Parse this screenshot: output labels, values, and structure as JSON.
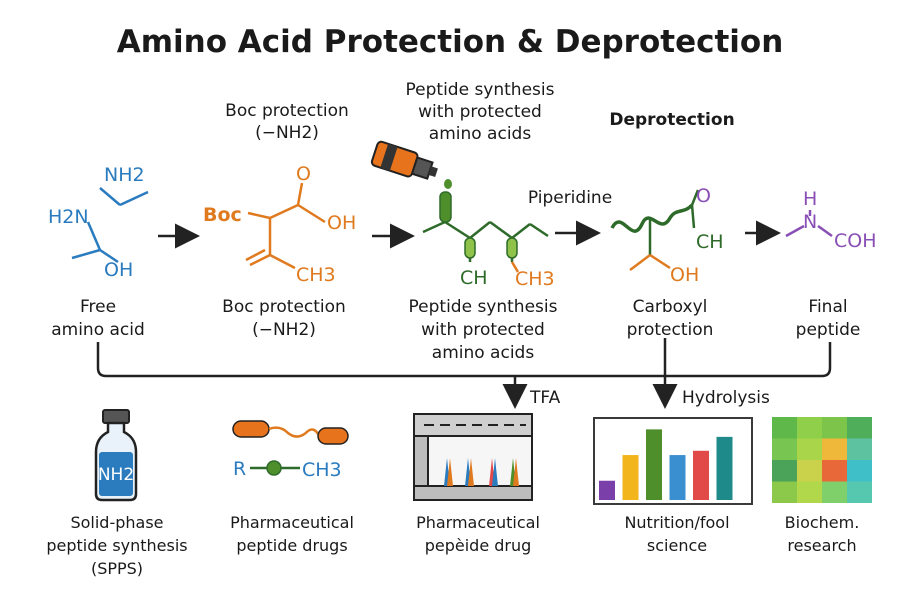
{
  "title": "Amino Acid Protection & Deprotection",
  "colors": {
    "blue": "#2b7bbf",
    "orange": "#e07a1f",
    "green": "#2e6b2a",
    "purple": "#8a4fb5",
    "dark": "#222222"
  },
  "top_labels": {
    "boc": [
      "Boc protection",
      "(−NH2)"
    ],
    "peptide": [
      "Peptide synthesis",
      "with protected",
      "amino acids"
    ],
    "deprotection": "Deprotection",
    "piperidine": "Piperidine"
  },
  "molecules": {
    "free": {
      "nh2": "NH2",
      "h2n": "H2N",
      "oh": "OH"
    },
    "boc": {
      "boc": "Boc",
      "o": "O",
      "oh": "OH",
      "ch3": "CH3"
    },
    "peptide": {
      "ch": "CH",
      "ch3": "CH3"
    },
    "carboxyl": {
      "o": "O",
      "ch": "CH",
      "oh": "OH"
    },
    "final": {
      "h": "H",
      "n": "N",
      "coh": "COH"
    }
  },
  "stages": [
    {
      "lines": [
        "Free",
        "amino acid"
      ]
    },
    {
      "lines": [
        "Boc protection",
        "(−NH2)"
      ]
    },
    {
      "lines": [
        "Peptide synthesis",
        "with protected",
        "amino acids"
      ]
    },
    {
      "lines": [
        "Carboxyl",
        "protection"
      ]
    },
    {
      "lines": [
        "Final",
        "peptide"
      ]
    }
  ],
  "branch_labels": {
    "tfa": "TFA",
    "hydrolysis": "Hydrolysis"
  },
  "bottom": {
    "vial_text": "NH2",
    "rch3": {
      "r": "R",
      "ch3": "CH3"
    },
    "apps": [
      {
        "lines": [
          "Solid-phase",
          "peptide synthesis",
          "(SPPS)"
        ]
      },
      {
        "lines": [
          "Pharmaceutical",
          "peptide drugs"
        ]
      },
      {
        "lines": [
          "Pharmaceutical",
          "pepèide drug"
        ]
      },
      {
        "lines": [
          "Nutrition/fool",
          "science"
        ]
      },
      {
        "lines": [
          "Biochem.",
          "research"
        ]
      }
    ]
  },
  "bar_chart_colors": [
    "#7a3fa8",
    "#f2b51c",
    "#4e8f2c",
    "#3a8fd0",
    "#e24a4a",
    "#1f8a8a"
  ],
  "bar_chart_values": [
    18,
    42,
    66,
    42,
    46,
    59
  ],
  "heatmap_colors": [
    [
      "#5fb84a",
      "#8fcf4a",
      "#7cc44a",
      "#4fae5a"
    ],
    [
      "#79c552",
      "#a8d54a",
      "#f0b83a",
      "#5cc2a0"
    ],
    [
      "#4ba35a",
      "#c9d24a",
      "#e8683a",
      "#3fc0c8"
    ],
    [
      "#8cc84a",
      "#b0d84a",
      "#7fcf6a",
      "#56c8b0"
    ]
  ]
}
